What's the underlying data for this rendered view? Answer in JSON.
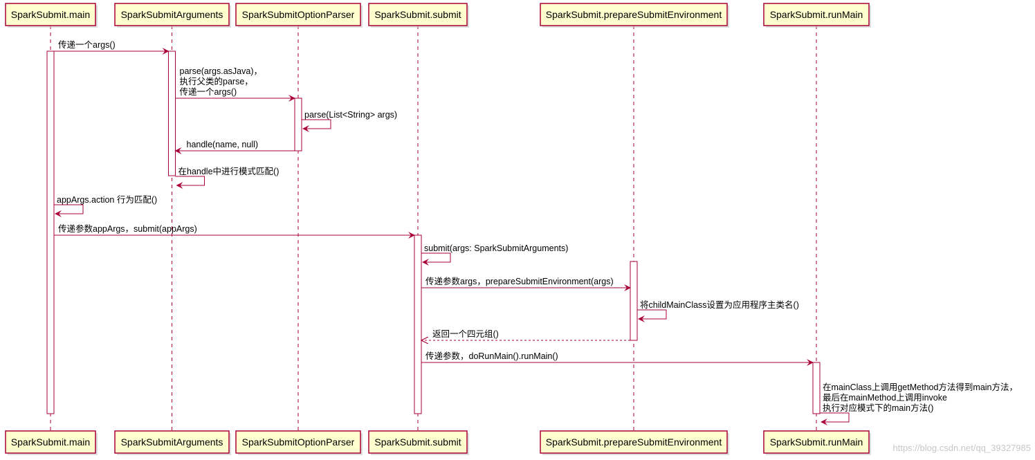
{
  "colors": {
    "participant_fill": "#FEFECE",
    "participant_border": "#A80036",
    "activation_fill": "#FFFFFF",
    "arrow": "#A80036",
    "lifeline": "#A80036",
    "text": "#000000"
  },
  "participants": [
    {
      "id": "main",
      "label": "SparkSubmit.main"
    },
    {
      "id": "args",
      "label": "SparkSubmitArguments"
    },
    {
      "id": "parser",
      "label": "SparkSubmitOptionParser"
    },
    {
      "id": "submit",
      "label": "SparkSubmit.submit"
    },
    {
      "id": "prepare",
      "label": "SparkSubmit.prepareSubmitEnvironment"
    },
    {
      "id": "runmain",
      "label": "SparkSubmit.runMain"
    }
  ],
  "messages": [
    {
      "from": "main",
      "to": "args",
      "lines": [
        "传递一个args()"
      ],
      "style": "solid"
    },
    {
      "from": "args",
      "to": "parser",
      "lines": [
        "parse(args.asJava)，",
        "执行父类的parse，",
        "传递一个args()"
      ],
      "style": "solid"
    },
    {
      "from": "parser",
      "to": "parser",
      "lines": [
        "parse(List<String> args)"
      ],
      "style": "self"
    },
    {
      "from": "parser",
      "to": "args",
      "lines": [
        "handle(name, null)"
      ],
      "style": "solid"
    },
    {
      "from": "args",
      "to": "args",
      "lines": [
        "在handle中进行模式匹配()"
      ],
      "style": "self"
    },
    {
      "from": "main",
      "to": "main",
      "lines": [
        "appArgs.action 行为匹配()"
      ],
      "style": "self"
    },
    {
      "from": "main",
      "to": "submit",
      "lines": [
        "传递参数appArgs，submit(appArgs)"
      ],
      "style": "solid"
    },
    {
      "from": "submit",
      "to": "submit",
      "lines": [
        "submit(args: SparkSubmitArguments)"
      ],
      "style": "self"
    },
    {
      "from": "submit",
      "to": "prepare",
      "lines": [
        "传递参数args，prepareSubmitEnvironment(args)"
      ],
      "style": "solid"
    },
    {
      "from": "prepare",
      "to": "prepare",
      "lines": [
        "将childMainClass设置为应用程序主类名()"
      ],
      "style": "self"
    },
    {
      "from": "prepare",
      "to": "submit",
      "lines": [
        "返回一个四元组()"
      ],
      "style": "dashed"
    },
    {
      "from": "submit",
      "to": "runmain",
      "lines": [
        "传递参数，doRunMain().runMain()"
      ],
      "style": "solid"
    },
    {
      "from": "runmain",
      "to": "runmain",
      "lines": [
        "在mainClass上调用getMethod方法得到main方法，",
        "最后在mainMethod上调用invoke",
        "执行对应模式下的main方法()"
      ],
      "style": "self"
    }
  ],
  "watermark": "https://blog.csdn.net/qq_39327985"
}
